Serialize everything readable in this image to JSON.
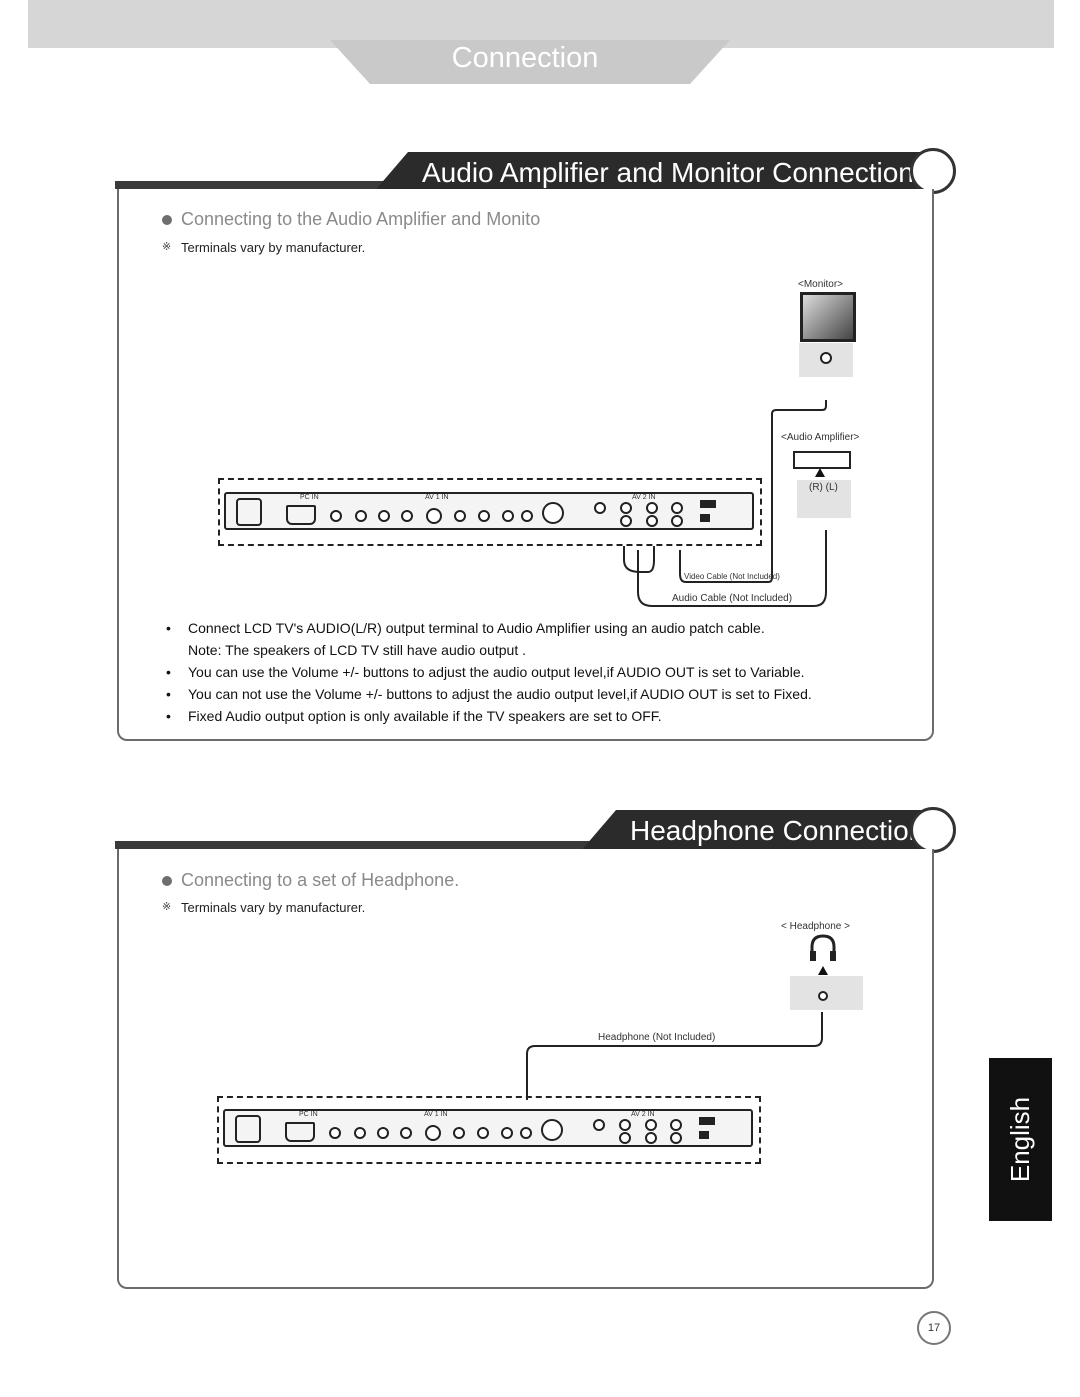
{
  "page": {
    "title": "Connection",
    "language_tab": "English",
    "page_number": "17"
  },
  "section1": {
    "title": "Audio Amplifier and Monitor Connections",
    "subheading": "Connecting to the Audio Amplifier and Monito",
    "note_mark": "※",
    "note": "Terminals vary by manufacturer.",
    "labels": {
      "monitor": "<Monitor>",
      "audio_amplifier": "<Audio Amplifier>",
      "rl": "(R) (L)",
      "video_cable": "Video Cable (Not Included)",
      "audio_cable": "Audio Cable (Not Included)"
    },
    "bullets": [
      "Connect LCD TV's AUDIO(L/R) output terminal to Audio Amplifier using an audio patch cable.",
      "Note: The speakers of LCD TV still have audio output .",
      "You can use the Volume +/- buttons to adjust the audio output level,if AUDIO OUT is set to Variable.",
      "You can not use the Volume +/- buttons to adjust the audio output level,if AUDIO OUT is set to Fixed.",
      "Fixed Audio output option is only available if the TV speakers are set to OFF."
    ],
    "bullet_marks": [
      "•",
      "",
      "•",
      "•",
      "•"
    ]
  },
  "section2": {
    "title": "Headphone Connections",
    "subheading": "Connecting to a set of Headphone.",
    "note_mark": "※",
    "note": "Terminals vary by manufacturer.",
    "labels": {
      "headphone": "< Headphone >",
      "headphone_cable": "Headphone (Not Included)"
    }
  },
  "panel_labels": {
    "pc_in": "PC IN",
    "av1_in": "AV 1 IN",
    "av2_in": "AV 2 IN"
  }
}
